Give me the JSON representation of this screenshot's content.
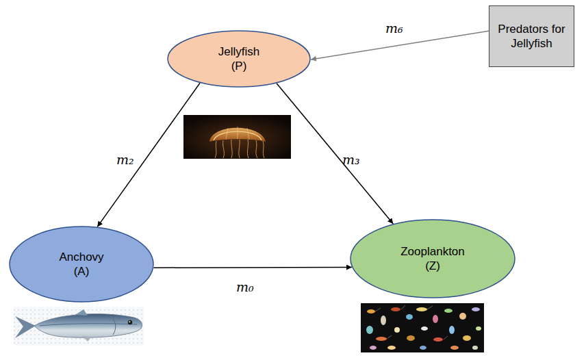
{
  "diagram": {
    "nodes": [
      {
        "text": [
          "Jellyfish (P)"
        ]
      },
      {
        "text": [
          "Predators for Jellyfish"
        ]
      },
      {
        "text": [
          "Anchovy (A)"
        ]
      },
      {
        "text": [
          "Zooplankton (Z)"
        ]
      }
    ],
    "edges": [
      {
        "from": 1,
        "to": 0,
        "label": "m₆",
        "arrow": "to"
      },
      {
        "from": 0,
        "to": 2,
        "label": "m₂",
        "arrow": "to"
      },
      {
        "from": 0,
        "to": 3,
        "label": "m₃",
        "arrow": "to"
      },
      {
        "from": 2,
        "to": 3,
        "label": "m₀",
        "arrow": "to"
      }
    ]
  }
}
